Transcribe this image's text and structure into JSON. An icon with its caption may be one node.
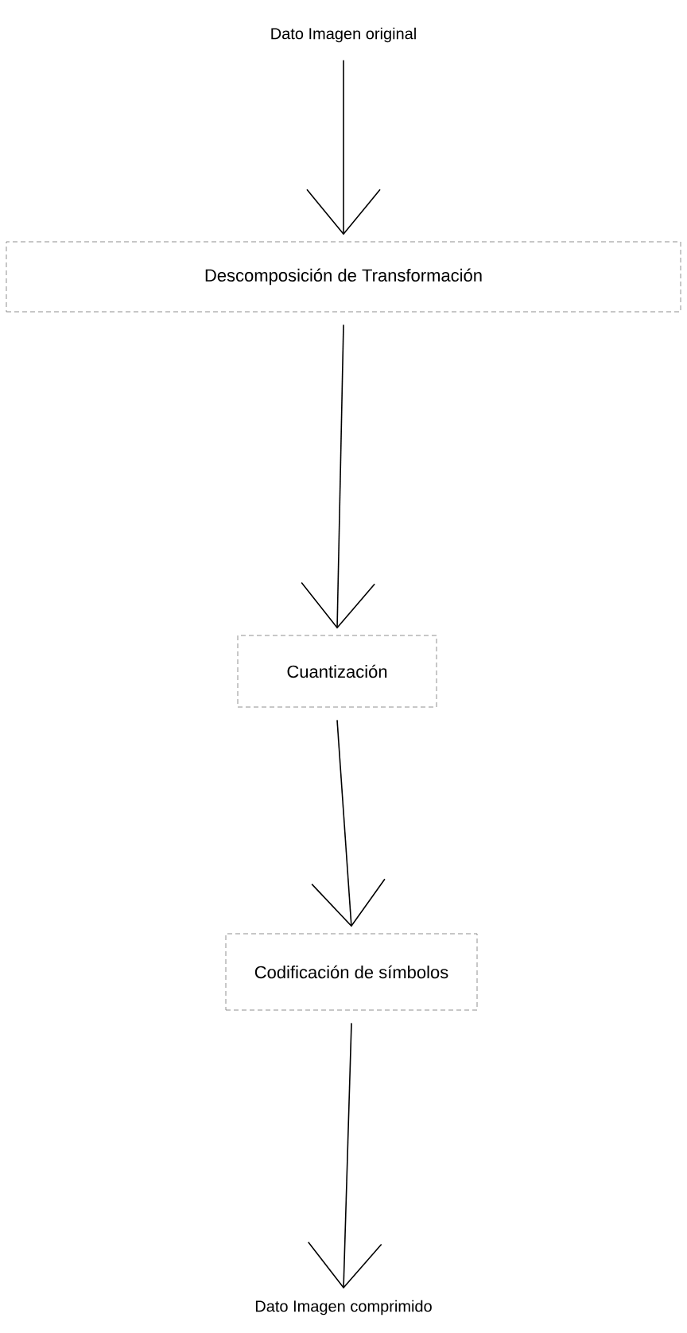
{
  "diagram": {
    "nodes": [
      {
        "text": [
          "Dato Imagen original"
        ]
      },
      {
        "text": [
          "Descomposición de Transformación"
        ]
      },
      {
        "text": [
          "Cuantización"
        ]
      },
      {
        "text": [
          "Codificación de símbolos"
        ]
      },
      {
        "text": [
          "Dato Imagen comprimido"
        ]
      }
    ],
    "edges": [
      {
        "from": 0,
        "to": 1,
        "arrow": "to"
      },
      {
        "from": 1,
        "to": 2,
        "arrow": "to"
      },
      {
        "from": 2,
        "to": 3,
        "arrow": "to"
      },
      {
        "from": 3,
        "to": 4,
        "arrow": "to"
      }
    ]
  }
}
